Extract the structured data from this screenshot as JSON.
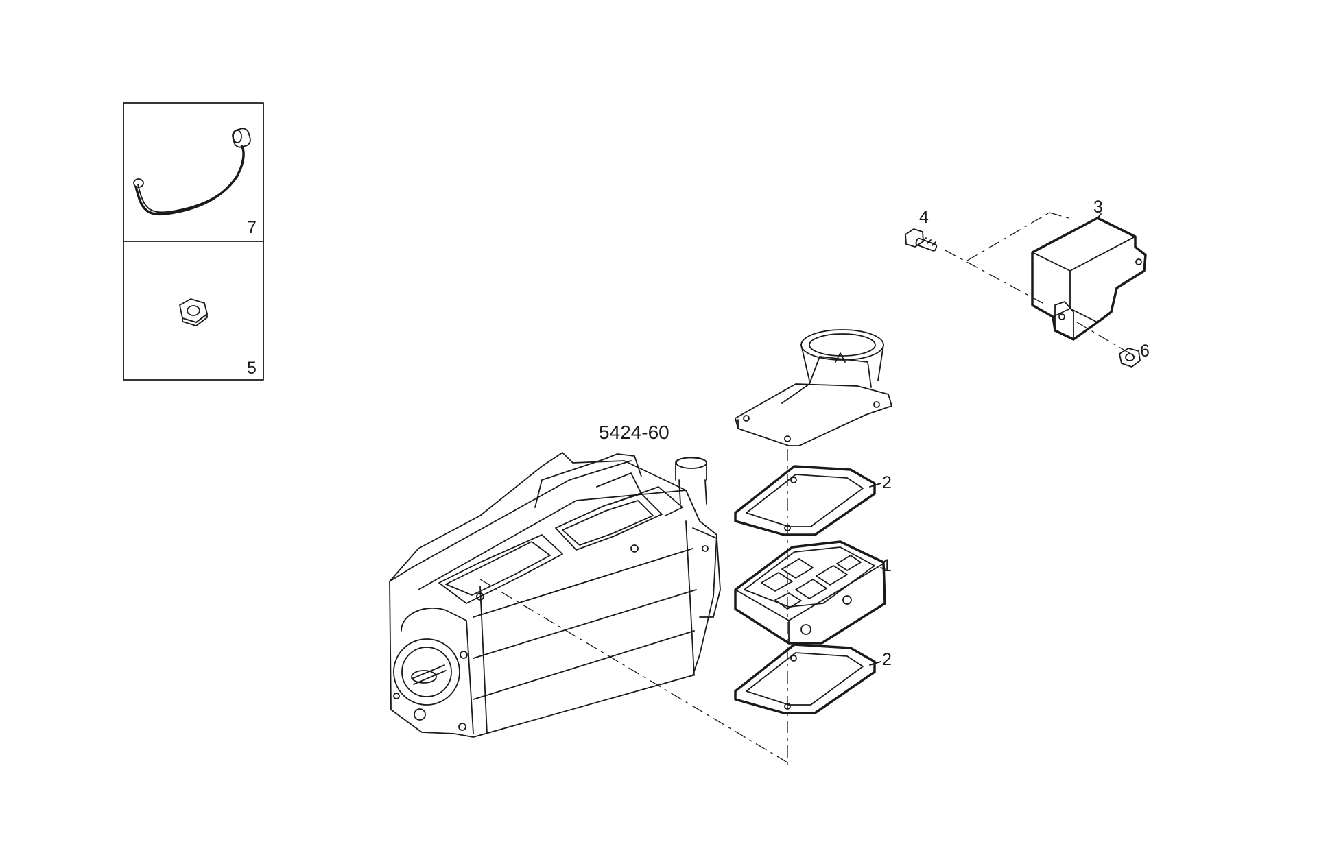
{
  "diagram": {
    "reference": "5424-60",
    "callouts": {
      "item1": "1",
      "item2_top": "2",
      "item2_bottom": "2",
      "item3": "3",
      "item4": "4",
      "item5": "5",
      "item6": "6",
      "item7": "7"
    }
  }
}
